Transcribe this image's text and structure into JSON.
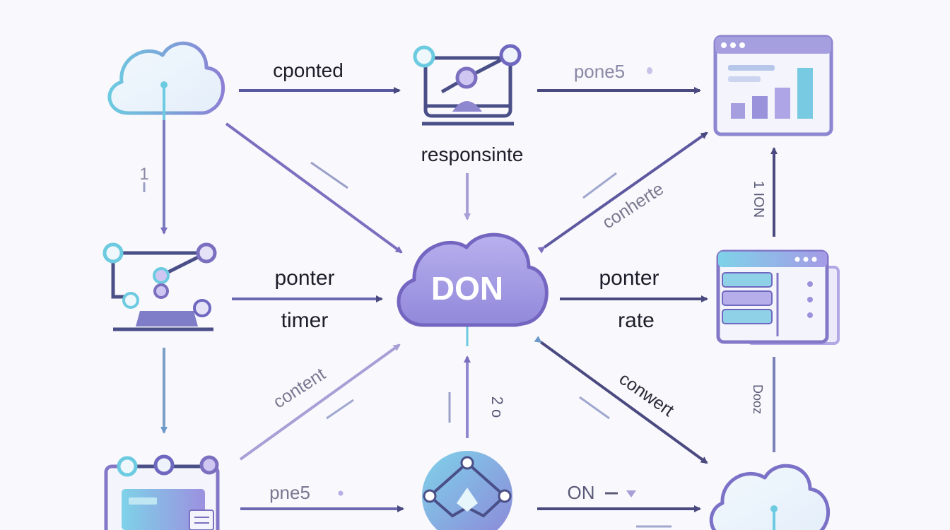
{
  "colors": {
    "background": "#f9f8fc",
    "arrow_dark": "#4a4a80",
    "arrow_mid": "#7b6fc0",
    "arrow_light": "#a89fd6",
    "teal": "#63c3dc",
    "lavender": "#b7a9e6",
    "cloud_fill": "#e9f3fb",
    "hub_fill": "#a29be0"
  },
  "nodes": {
    "top_cloud": {
      "icon": "cloud-icon"
    },
    "top_workflow": {
      "icon": "workflow-icon"
    },
    "top_dashboard": {
      "icon": "dashboard-icon"
    },
    "mid_workflow": {
      "icon": "workflow-icon"
    },
    "hub_cloud": {
      "icon": "cloud-icon",
      "label": "DON"
    },
    "mid_server": {
      "icon": "server-panel-icon"
    },
    "bottom_panel": {
      "icon": "panel-icon"
    },
    "bottom_network": {
      "icon": "network-sphere-icon"
    },
    "bottom_cloud": {
      "icon": "cloud-icon"
    }
  },
  "labels": {
    "cponted": "cponted",
    "pone5": "pone5",
    "responsinte": "responsinte",
    "conherte": "conherte",
    "ion": "1 ION",
    "left_one": "1",
    "ponter_left": "ponter",
    "timer": "timer",
    "ponter_right": "ponter",
    "rate": "rate",
    "content": "content",
    "two_o": "2 o",
    "conwert": "conwert",
    "dooz": "Dooz",
    "pne5": "pne5",
    "on": "ON"
  }
}
